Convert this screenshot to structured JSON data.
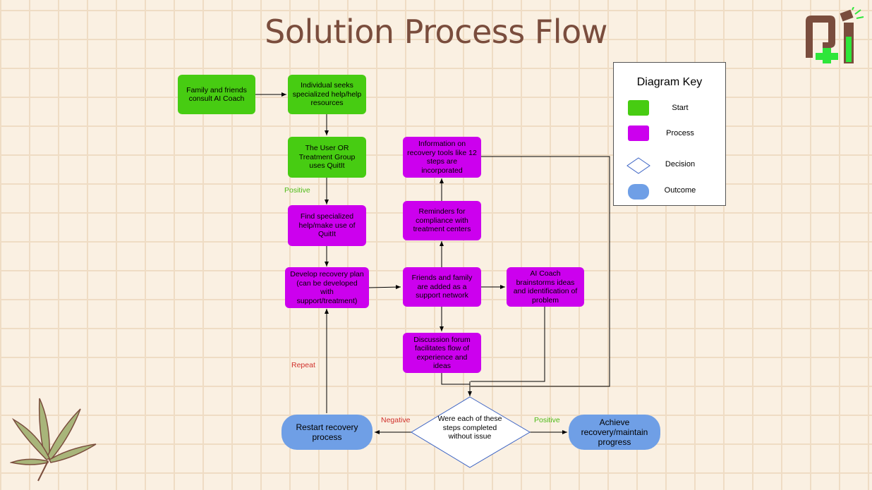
{
  "title": "Solution Process Flow",
  "nodes": {
    "family_consult": "Family and friends consult AI Coach",
    "seeks_help": "Individual seeks specialized help/help resources",
    "user_uses": "The User OR Treatment Group uses QuitIt",
    "find_help": "Find specialized help/make use of QuitIt",
    "recovery_plan": "Develop recovery plan (can be developed with support/treatment)",
    "support_network": "Friends and family are added as a support network",
    "ai_brainstorm": "AI Coach brainstorms ideas and identification of problem",
    "reminders": "Reminders for compliance with treatment centers",
    "info_tools": "Information on recovery tools like 12 steps are incorporated",
    "forum": "Discussion forum facilitates flow of experience and ideas",
    "decision": "Were each of these steps completed without issue",
    "restart": "Restart recovery process",
    "achieve": "Achieve recovery/maintain progress"
  },
  "edge_labels": {
    "positive_top": "Positive",
    "repeat": "Repeat",
    "negative": "Negative",
    "positive_right": "Positive"
  },
  "key": {
    "title": "Diagram Key",
    "start": "Start",
    "process": "Process",
    "decision": "Decision",
    "outcome": "Outcome"
  },
  "colors": {
    "start": "#47cc12",
    "process": "#cc00ee",
    "outcome": "#6f9fe6",
    "title": "#7a4d3d",
    "positive": "#4dbb18",
    "negative": "#d0302a"
  },
  "icons": {
    "logo": "quitit-logo-icon",
    "leaf": "cannabis-leaf-icon"
  }
}
